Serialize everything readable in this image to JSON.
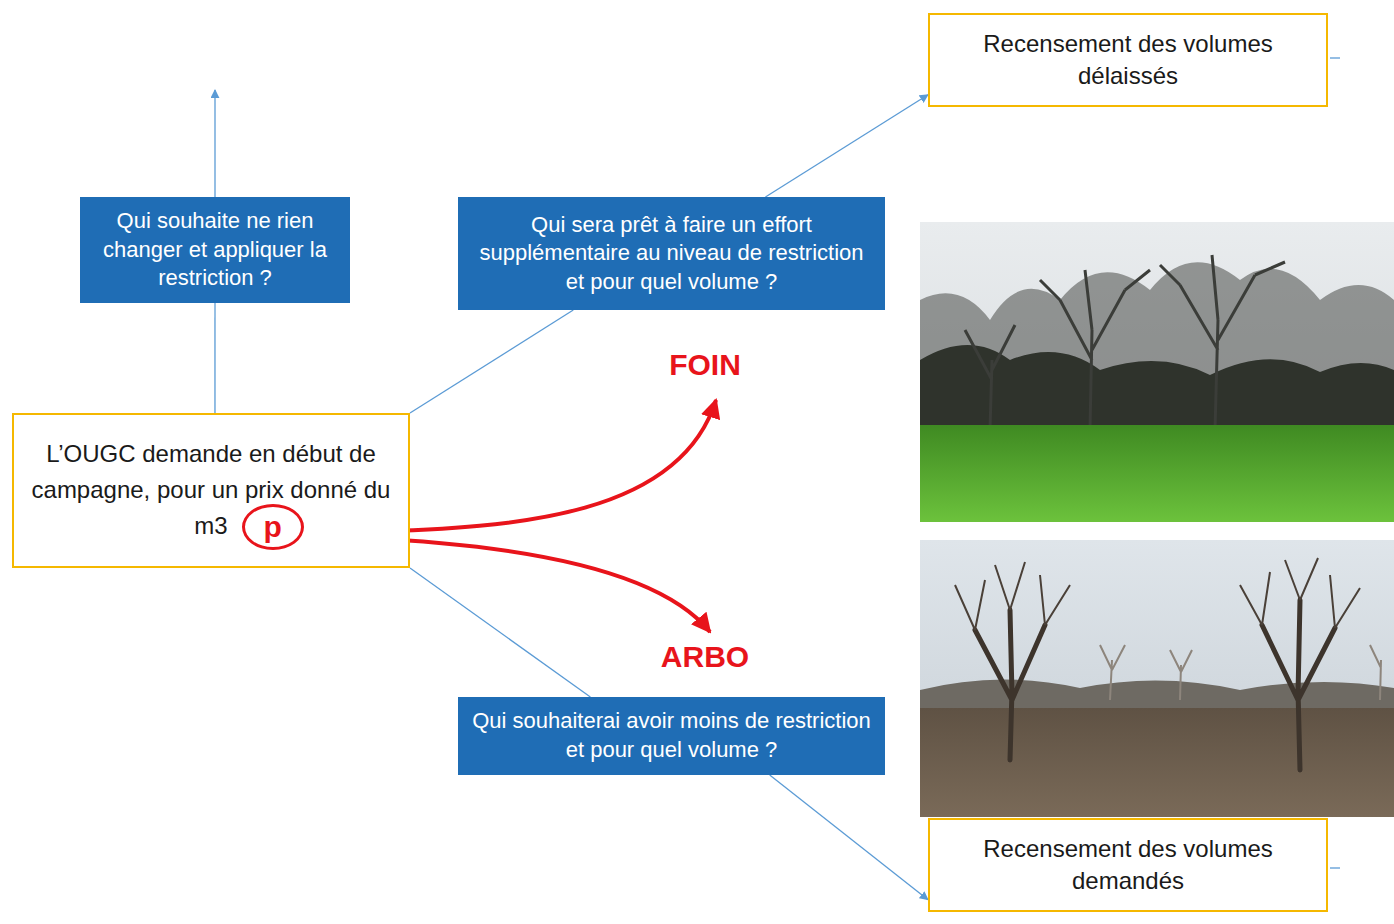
{
  "diagram": {
    "nodes": [
      {
        "text": [
          "Recensement des volumes délaissés"
        ]
      },
      {
        "text": [
          "Qui souhaite ne rien changer et appliquer la restriction ?"
        ]
      },
      {
        "text": [
          "Qui sera prêt à faire un effort supplémentaire au niveau de restriction et pour quel volume ?"
        ]
      },
      {
        "text": [
          "L’OUGC demande en début de campagne, pour un prix donné du m3"
        ]
      },
      {
        "text": [
          "p"
        ],
        "in": 3
      },
      {
        "text": [
          "Qui souhaiterai avoir moins de restriction et pour quel volume ?"
        ]
      },
      {
        "text": [
          "Recensement des volumes demandés"
        ]
      }
    ],
    "edges": [
      {
        "from": 3,
        "to": 1,
        "arrow": "none"
      },
      {
        "from": 3,
        "to": 2,
        "arrow": "none"
      },
      {
        "from": 2,
        "to": 0,
        "arrow": "to"
      },
      {
        "from": 3,
        "to": 5,
        "arrow": "none"
      },
      {
        "from": 5,
        "to": 6,
        "arrow": "to"
      }
    ],
    "labels": [
      "FOIN",
      "ARBO"
    ]
  }
}
